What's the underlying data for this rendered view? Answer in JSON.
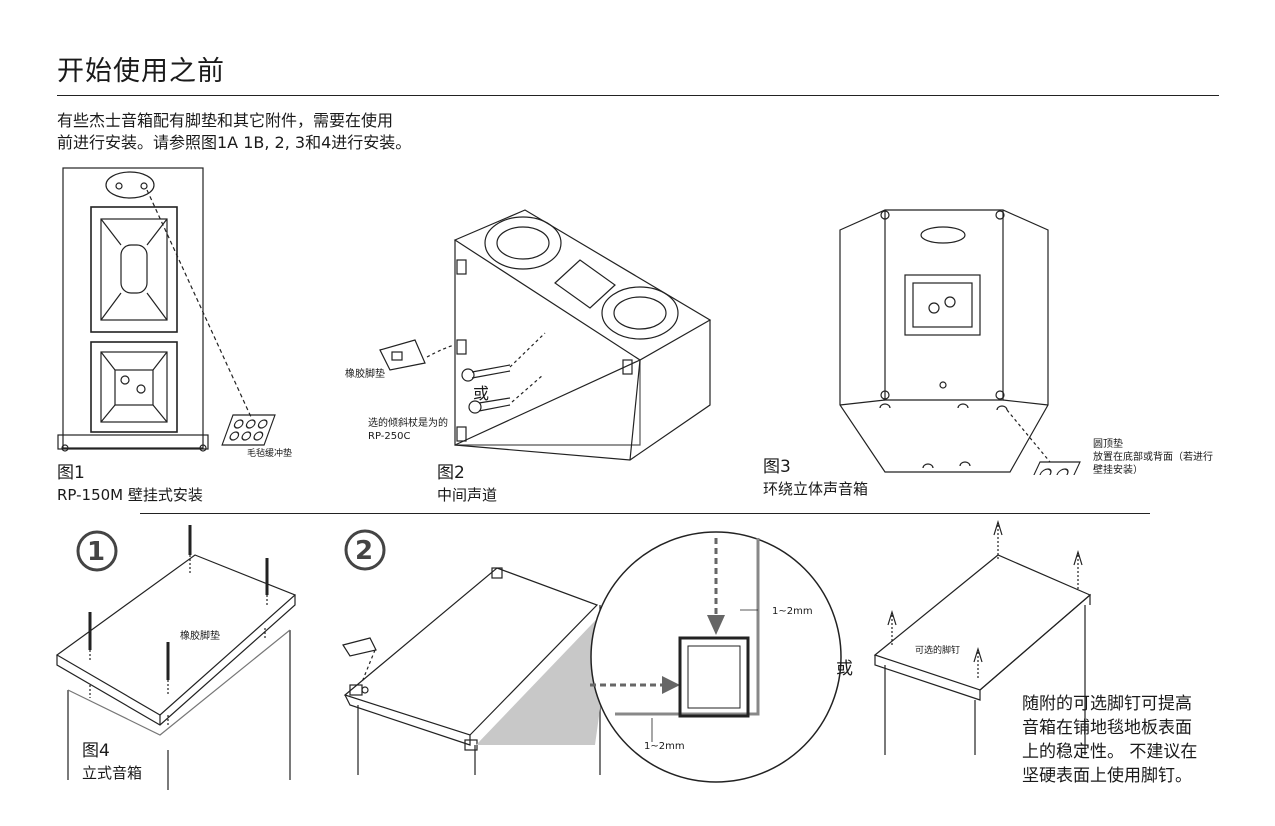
{
  "page": {
    "title": "开始使用之前",
    "intro_line1": "有些杰士音箱配有脚垫和其它附件，需要在使用",
    "intro_line2": "前进行安装。请参照图1A 1B, 2, 3和4进行安装。"
  },
  "fig1": {
    "label": "图1",
    "caption": "RP-150M 壁挂式安装",
    "callout_felt": "毛毡缓冲垫"
  },
  "fig2": {
    "label": "图2",
    "caption": "中间声道",
    "callout_rubber": "橡胶脚垫",
    "or_text": "或",
    "callout_tilt_line1": "选的倾斜杖是为的",
    "callout_tilt_line2": "RP-250C"
  },
  "fig3": {
    "label": "图3",
    "caption": "环绕立体声音箱",
    "callout_title": "圆顶垫",
    "callout_line1": "放置在底部或背面（若进行",
    "callout_line2": "壁挂安装）"
  },
  "fig4": {
    "label": "图4",
    "caption": "立式音箱",
    "step1": "1",
    "step2": "2",
    "rubber_label": "橡胶脚垫",
    "dim_top": "1~2mm",
    "dim_bottom": "1~2mm",
    "or_text": "或",
    "spike_label": "可选的脚钉",
    "note_line1": "随附的可选脚钉可提高",
    "note_line2": "音箱在铺地毯地板表面",
    "note_line3": "上的稳定性。 不建议在",
    "note_line4": "坚硬表面上使用脚钉。"
  }
}
